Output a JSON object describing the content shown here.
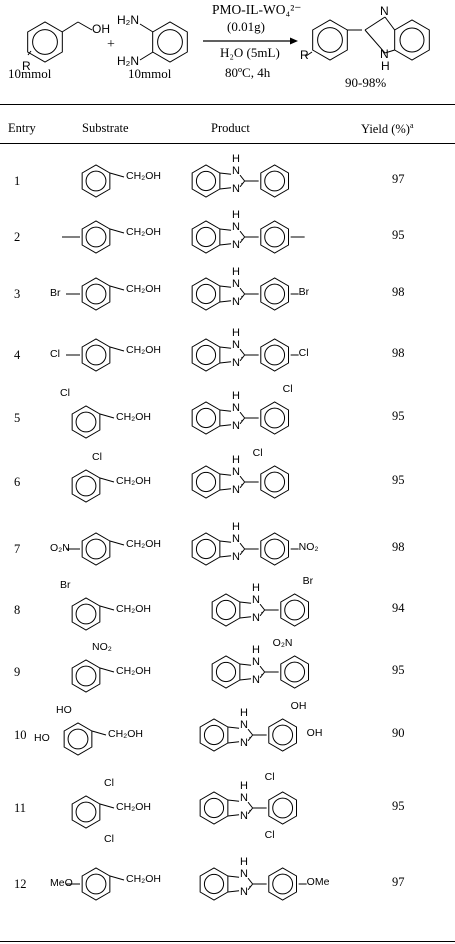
{
  "scheme": {
    "reagent_catalyst": "PMO-IL-WO₄²⁻",
    "reagent_loading": "(0.01g)",
    "solvent": "H₂O (5mL)",
    "conditions": "80ºC, 4h",
    "substrate1_amount": "10mmol",
    "substrate2_amount": "10mmol",
    "plus": "+",
    "yield_range": "90-98%",
    "sub_R": "R",
    "sub_OH": "OH",
    "sub_NH2_top": "H₂N",
    "sub_NH2_bottom": "H₂N",
    "prod_R": "R",
    "prod_N": "N",
    "prod_NH": "N",
    "prod_H": "H"
  },
  "table": {
    "headers": {
      "entry": "Entry",
      "substrate": "Substrate",
      "product": "Product",
      "yield": "Yield (%)",
      "yield_footnote": "a"
    },
    "rows": [
      {
        "entry": "1",
        "yield": "97",
        "sub_sub": "",
        "sub_text": "CH₂OH",
        "prod_sub": ""
      },
      {
        "entry": "2",
        "yield": "95",
        "sub_sub": "",
        "sub_text": "CH₂OH",
        "prod_sub": ""
      },
      {
        "entry": "3",
        "yield": "98",
        "sub_sub": "Br",
        "sub_text": "CH₂OH",
        "prod_sub": "Br"
      },
      {
        "entry": "4",
        "yield": "98",
        "sub_sub": "Cl",
        "sub_text": "CH₂OH",
        "prod_sub": "Cl"
      },
      {
        "entry": "5",
        "yield": "95",
        "sub_sub": "Cl",
        "sub_text": "CH₂OH",
        "prod_sub": "Cl"
      },
      {
        "entry": "6",
        "yield": "95",
        "sub_sub": "Cl",
        "sub_text": "CH₂OH",
        "prod_sub": "Cl"
      },
      {
        "entry": "7",
        "yield": "98",
        "sub_sub": "O₂N",
        "sub_text": "CH₂OH",
        "prod_sub": "NO₂"
      },
      {
        "entry": "8",
        "yield": "94",
        "sub_sub": "Br",
        "sub_text": "CH₂OH",
        "prod_sub": "Br"
      },
      {
        "entry": "9",
        "yield": "95",
        "sub_sub": "NO₂",
        "sub_text": "CH₂OH",
        "prod_sub": "O₂N"
      },
      {
        "entry": "10",
        "yield": "90",
        "sub_sub": "HO",
        "sub_sub2": "HO",
        "sub_text": "CH₂OH",
        "prod_sub": "OH",
        "prod_sub2": "OH"
      },
      {
        "entry": "11",
        "yield": "95",
        "sub_sub": "Cl",
        "sub_sub2": "Cl",
        "sub_text": "CH₂OH",
        "prod_sub": "Cl",
        "prod_sub2": "Cl"
      },
      {
        "entry": "12",
        "yield": "97",
        "sub_sub": "MeO",
        "sub_text": "CH₂OH",
        "prod_sub": "OMe"
      }
    ],
    "imidazole_N": "N",
    "imidazole_NH": "N",
    "imidazole_H": "H"
  }
}
